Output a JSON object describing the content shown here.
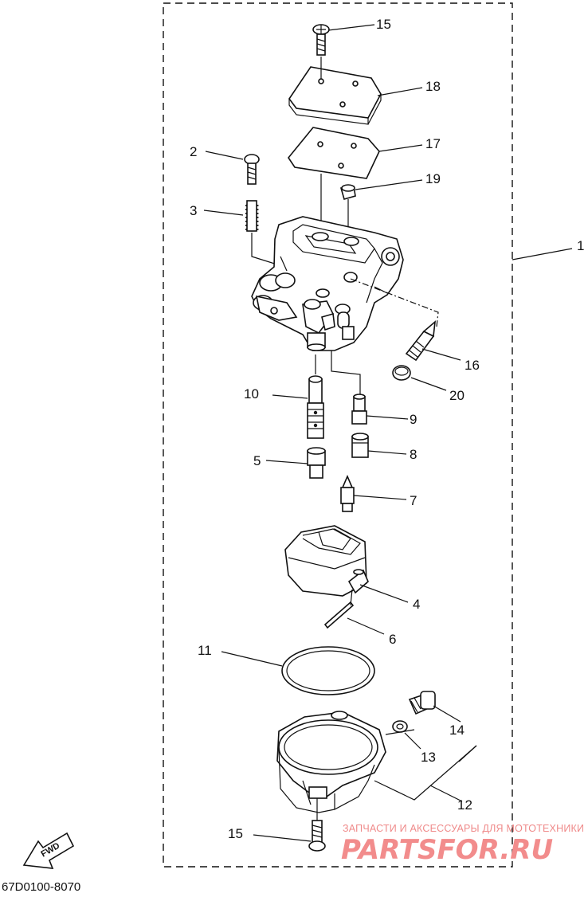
{
  "callouts": {
    "c1": "1",
    "c2": "2",
    "c3": "3",
    "c4": "4",
    "c5": "5",
    "c6": "6",
    "c7": "7",
    "c8": "8",
    "c9": "9",
    "c10": "10",
    "c11": "11",
    "c12": "12",
    "c13": "13",
    "c14": "14",
    "c15_top": "15",
    "c15_bottom": "15",
    "c16": "16",
    "c17": "17",
    "c18": "18",
    "c19": "19",
    "c20": "20"
  },
  "fwd_label": "FWD",
  "diagram_code": "67D0100-8070",
  "watermark": {
    "tagline": "ЗАПЧАСТИ И АКСЕССУАРЫ ДЛЯ МОТОТЕХНИКИ",
    "brand": "PARTSFOR.RU"
  },
  "colors": {
    "line": "#111111",
    "watermark": "#f28c8c",
    "background": "#ffffff"
  }
}
